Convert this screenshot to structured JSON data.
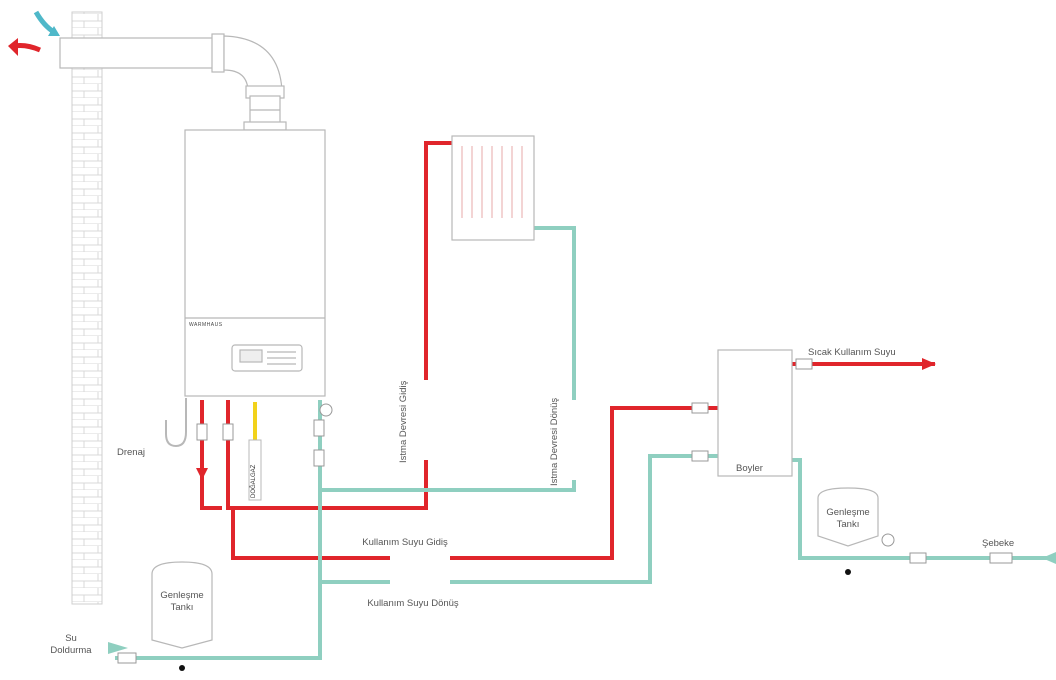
{
  "colors": {
    "hot": "#e0252b",
    "return": "#8fcfc0",
    "gas": "#f2d21b",
    "outline": "#b8b8b8",
    "arrow_in": "#4fb8c9",
    "arrow_out": "#e0252b"
  },
  "boiler": {
    "brand": "WARMHAUS"
  },
  "labels": {
    "drenaj": "Drenaj",
    "dogalgaz": "DOĞALGAZ",
    "istma_gidis": "Istma Devresi Gidiş",
    "istma_donus": "Istma Devresi Dönüş",
    "kullanim_gidis": "Kullanım Suyu Gidiş",
    "kullanim_donus": "Kullanım Suyu Dönüş",
    "genlesme_left_1": "Genleşme",
    "genlesme_left_2": "Tankı",
    "genlesme_right_1": "Genleşme",
    "genlesme_right_2": "Tankı",
    "su_doldurma_1": "Su",
    "su_doldurma_2": "Doldurma",
    "boyler": "Boyler",
    "sicak_kullanim": "Sıcak Kullanım Suyu",
    "sebeke": "Şebeke"
  }
}
